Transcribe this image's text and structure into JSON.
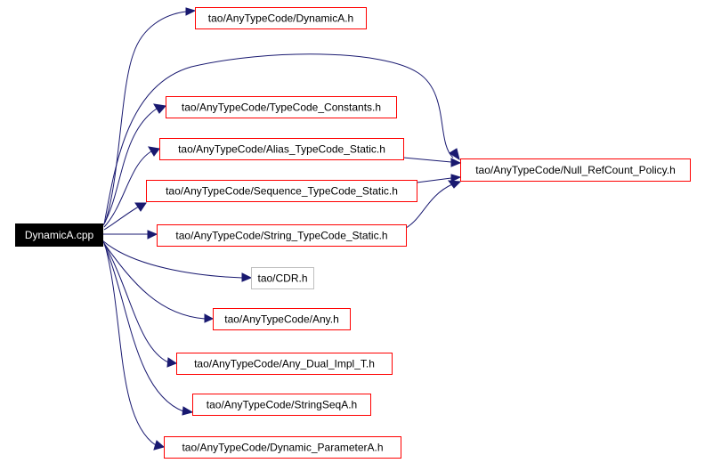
{
  "colors": {
    "edge": "#191970",
    "border_linked": "#ff0000",
    "border_plain": "#bfbfbf",
    "root_fill": "#000000",
    "root_text": "#ffffff",
    "node_fill": "#ffffff",
    "node_text": "#000000"
  },
  "nodes": [
    {
      "id": "root",
      "label": "DynamicA.cpp",
      "kind": "root"
    },
    {
      "id": "n1",
      "label": "tao/AnyTypeCode/DynamicA.h",
      "kind": "linked"
    },
    {
      "id": "n2",
      "label": "tao/AnyTypeCode/TypeCode_Constants.h",
      "kind": "linked"
    },
    {
      "id": "n3",
      "label": "tao/AnyTypeCode/Alias_TypeCode_Static.h",
      "kind": "linked"
    },
    {
      "id": "n4",
      "label": "tao/AnyTypeCode/Sequence_TypeCode_Static.h",
      "kind": "linked"
    },
    {
      "id": "n5",
      "label": "tao/AnyTypeCode/String_TypeCode_Static.h",
      "kind": "linked"
    },
    {
      "id": "n6",
      "label": "tao/CDR.h",
      "kind": "plain"
    },
    {
      "id": "n7",
      "label": "tao/AnyTypeCode/Any.h",
      "kind": "linked"
    },
    {
      "id": "n8",
      "label": "tao/AnyTypeCode/Any_Dual_Impl_T.h",
      "kind": "linked"
    },
    {
      "id": "n9",
      "label": "tao/AnyTypeCode/StringSeqA.h",
      "kind": "linked"
    },
    {
      "id": "n10",
      "label": "tao/AnyTypeCode/Dynamic_ParameterA.h",
      "kind": "linked"
    },
    {
      "id": "n11",
      "label": "tao/AnyTypeCode/Null_RefCount_Policy.h",
      "kind": "linked"
    }
  ],
  "edges": [
    {
      "from": "root",
      "to": "n1"
    },
    {
      "from": "root",
      "to": "n11"
    },
    {
      "from": "root",
      "to": "n2"
    },
    {
      "from": "root",
      "to": "n3"
    },
    {
      "from": "root",
      "to": "n4"
    },
    {
      "from": "root",
      "to": "n5"
    },
    {
      "from": "root",
      "to": "n6"
    },
    {
      "from": "root",
      "to": "n7"
    },
    {
      "from": "root",
      "to": "n8"
    },
    {
      "from": "root",
      "to": "n9"
    },
    {
      "from": "root",
      "to": "n10"
    },
    {
      "from": "n3",
      "to": "n11"
    },
    {
      "from": "n4",
      "to": "n11"
    },
    {
      "from": "n5",
      "to": "n11"
    }
  ]
}
